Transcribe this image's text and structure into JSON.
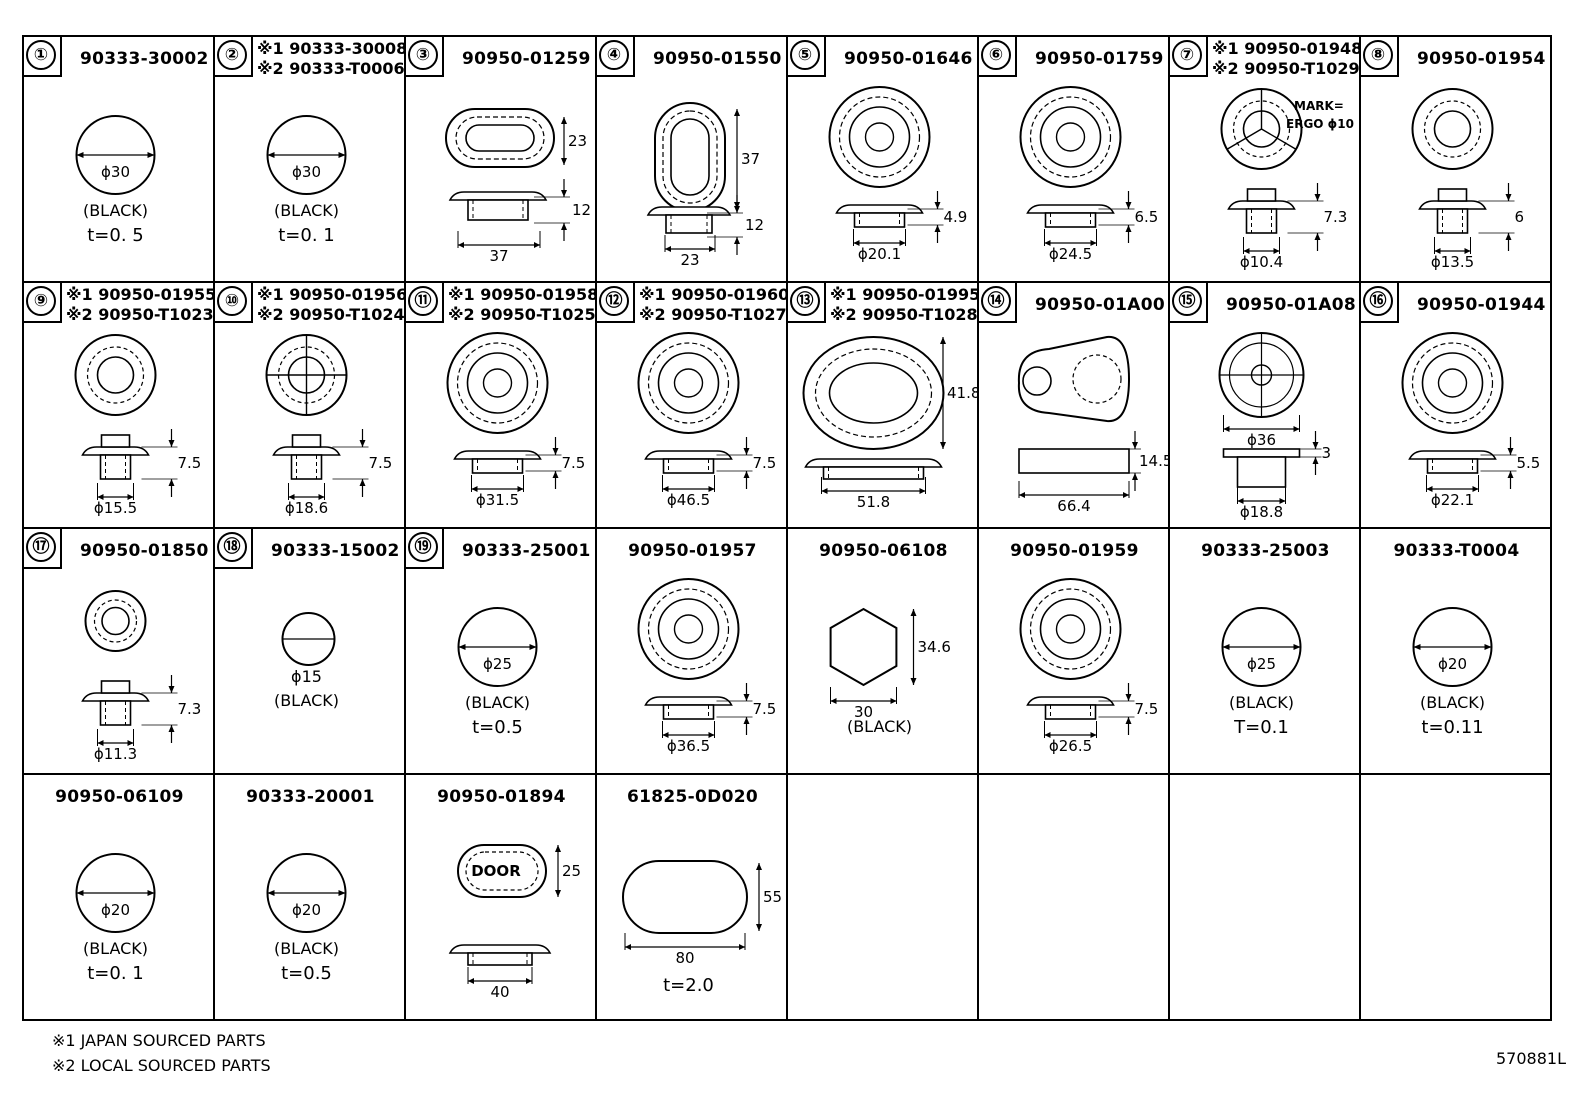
{
  "cells": [
    {
      "num": "①",
      "pn": "90333-30002",
      "notes": [
        "(BLACK)",
        "t=0. 5"
      ],
      "shape": "circle",
      "dims": [
        "ϕ30"
      ]
    },
    {
      "num": "②",
      "pn_lines": [
        "※1 90333-30008",
        "※2 90333-T0006"
      ],
      "notes": [
        "(BLACK)",
        "t=0. 1"
      ],
      "shape": "circle",
      "dims": [
        "ϕ30"
      ]
    },
    {
      "num": "③",
      "pn": "90950-01259",
      "shape": "oval-grommet",
      "dims": [
        "23",
        "12",
        "37"
      ]
    },
    {
      "num": "④",
      "pn": "90950-01550",
      "shape": "tall-oval",
      "dims": [
        "37",
        "12",
        "23"
      ]
    },
    {
      "num": "⑤",
      "pn": "90950-01646",
      "shape": "round-grommet",
      "dims": [
        "4.9",
        "ϕ20.1"
      ]
    },
    {
      "num": "⑥",
      "pn": "90950-01759",
      "shape": "round-grommet",
      "dims": [
        "6.5",
        "ϕ24.5"
      ]
    },
    {
      "num": "⑦",
      "pn_lines": [
        "※1 90950-01948",
        "※2 90950-T1029"
      ],
      "mark_lines": [
        "MARK=",
        "ERGO ϕ10"
      ],
      "shape": "plug-split",
      "dims": [
        "7.3",
        "ϕ10.4"
      ]
    },
    {
      "num": "⑧",
      "pn": "90950-01954",
      "shape": "plug",
      "dims": [
        "6",
        "ϕ13.5"
      ]
    },
    {
      "num": "⑨",
      "pn_lines": [
        "※1 90950-01955",
        "※2 90950-T1023"
      ],
      "shape": "plug",
      "dims": [
        "7.5",
        "ϕ15.5"
      ]
    },
    {
      "num": "⑩",
      "pn_lines": [
        "※1 90950-01956",
        "※2 90950-T1024"
      ],
      "shape": "plug-cross",
      "dims": [
        "7.5",
        "ϕ18.6"
      ]
    },
    {
      "num": "⑪",
      "pn_lines": [
        "※1 90950-01958",
        "※2 90950-T1025"
      ],
      "shape": "round-grommet",
      "dims": [
        "7.5",
        "ϕ31.5"
      ]
    },
    {
      "num": "⑫",
      "pn_lines": [
        "※1 90950-01960",
        "※2 90950-T1027"
      ],
      "shape": "round-grommet",
      "dims": [
        "7.5",
        "ϕ46.5"
      ]
    },
    {
      "num": "⑬",
      "pn_lines": [
        "※1 90950-01995",
        "※2 90950-T1028"
      ],
      "shape": "big-oval",
      "dims": [
        "41.8",
        "51.8"
      ]
    },
    {
      "num": "⑭",
      "pn": "90950-01A00",
      "shape": "teardrop",
      "dims": [
        "14.5",
        "66.4"
      ]
    },
    {
      "num": "⑮",
      "pn": "90950-01A08",
      "shape": "clip",
      "dims": [
        "ϕ36",
        "3",
        "ϕ18.8"
      ]
    },
    {
      "num": "⑯",
      "pn": "90950-01944",
      "shape": "round-grommet",
      "dims": [
        "5.5",
        "ϕ22.1"
      ]
    },
    {
      "num": "⑰",
      "pn": "90950-01850",
      "shape": "plug-small",
      "dims": [
        "7.3",
        "ϕ11.3"
      ]
    },
    {
      "num": "⑱",
      "pn": "90333-15002",
      "notes": [
        "ϕ15",
        "(BLACK)"
      ],
      "shape": "circle-small",
      "dims": []
    },
    {
      "num": "⑲",
      "pn": "90333-25001",
      "notes": [
        "(BLACK)",
        "t=0.5"
      ],
      "shape": "circle",
      "dims": [
        "ϕ25"
      ]
    },
    {
      "num": "",
      "pn": "90950-01957",
      "shape": "round-grommet",
      "dims": [
        "7.5",
        "ϕ36.5"
      ]
    },
    {
      "num": "",
      "pn": "90950-06108",
      "notes": [
        "(BLACK)"
      ],
      "shape": "hexagon",
      "dims": [
        "34.6",
        "30"
      ]
    },
    {
      "num": "",
      "pn": "90950-01959",
      "shape": "round-grommet",
      "dims": [
        "7.5",
        "ϕ26.5"
      ]
    },
    {
      "num": "",
      "pn": "90333-25003",
      "notes": [
        "(BLACK)",
        "T=0.1"
      ],
      "shape": "circle",
      "dims": [
        "ϕ25"
      ]
    },
    {
      "num": "",
      "pn": "90333-T0004",
      "notes": [
        "(BLACK)",
        "t=0.11"
      ],
      "shape": "circle",
      "dims": [
        "ϕ20"
      ]
    },
    {
      "num": "",
      "pn": "90950-06109",
      "notes": [
        "(BLACK)",
        "t=0. 1"
      ],
      "shape": "circle",
      "dims": [
        "ϕ20"
      ]
    },
    {
      "num": "",
      "pn": "90333-20001",
      "notes": [
        "(BLACK)",
        "t=0.5"
      ],
      "shape": "circle",
      "dims": [
        "ϕ20"
      ]
    },
    {
      "num": "",
      "pn": "90950-01894",
      "label": "DOOR",
      "shape": "door-grommet",
      "dims": [
        "25",
        "40"
      ]
    },
    {
      "num": "",
      "pn": "61825-0D020",
      "notes": [
        "t=2.0"
      ],
      "shape": "flat-oval",
      "dims": [
        "55",
        "80"
      ]
    },
    {
      "num": "",
      "pn": "",
      "shape": "empty",
      "dims": []
    },
    {
      "num": "",
      "pn": "",
      "shape": "empty",
      "dims": []
    },
    {
      "num": "",
      "pn": "",
      "shape": "empty",
      "dims": []
    },
    {
      "num": "",
      "pn": "",
      "shape": "empty",
      "dims": []
    }
  ],
  "footnotes": [
    "※1 JAPAN SOURCED PARTS",
    "※2 LOCAL SOURCED PARTS"
  ],
  "drawing_code": "570881L"
}
